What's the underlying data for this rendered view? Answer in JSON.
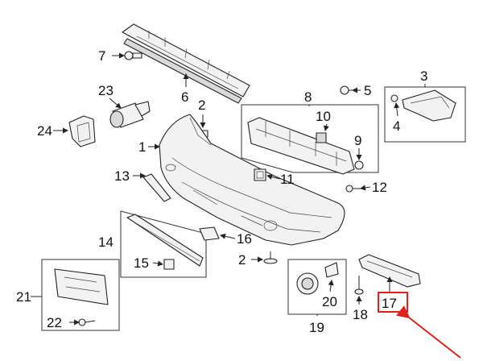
{
  "callouts": {
    "c1": "1",
    "c2a": "2",
    "c2b": "2",
    "c3": "3",
    "c4": "4",
    "c5": "5",
    "c6": "6",
    "c7": "7",
    "c8": "8",
    "c9": "9",
    "c10": "10",
    "c11": "11",
    "c12": "12",
    "c13": "13",
    "c14": "14",
    "c15": "15",
    "c16": "16",
    "c17": "17",
    "c18": "18",
    "c19": "19",
    "c20": "20",
    "c21": "21",
    "c22": "22",
    "c23": "23",
    "c24": "24"
  },
  "highlight": {
    "part": "17",
    "color": "#e0201b"
  }
}
